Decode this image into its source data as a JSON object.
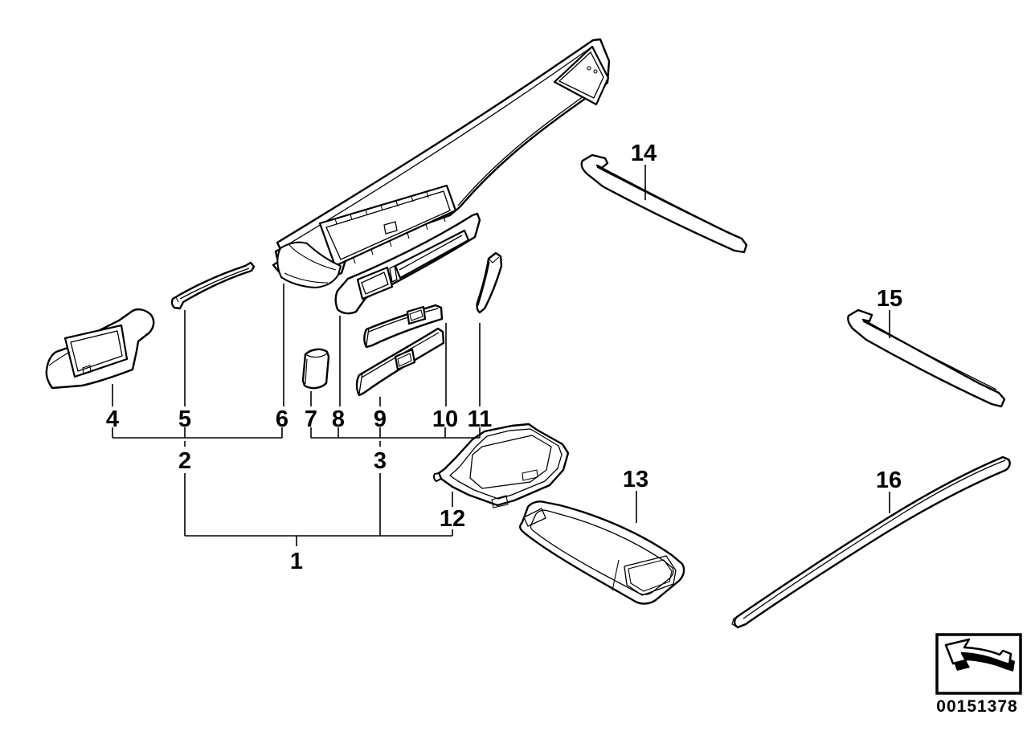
{
  "diagram": {
    "kind": "car-interior-wood-trim-parts-diagram",
    "colors": {
      "background": "#ffffff",
      "line": "#000000"
    },
    "callouts": {
      "c1": "1",
      "c2": "2",
      "c3": "3",
      "c4": "4",
      "c5": "5",
      "c6": "6",
      "c7": "7",
      "c8": "8",
      "c9": "9",
      "c10": "10",
      "c11": "11",
      "c12": "12",
      "c13": "13",
      "c14": "14",
      "c15": "15",
      "c16": "16"
    },
    "footer": {
      "image_code": "00151378",
      "logo_icon": "3d-arrow-icon"
    }
  }
}
